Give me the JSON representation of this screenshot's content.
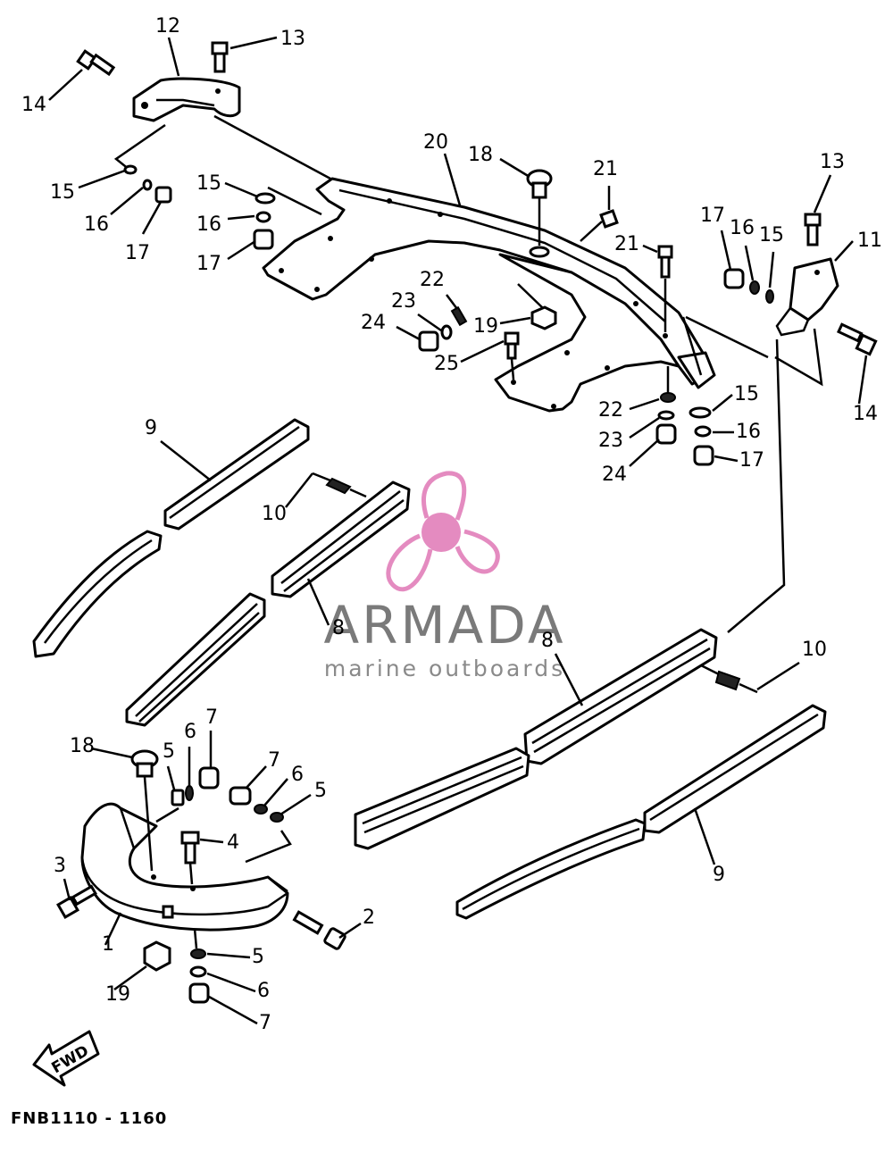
{
  "diagram": {
    "document_code": "FNB1110 - 1160",
    "direction_marker": "FWD",
    "watermark": {
      "brand": "ARMADA",
      "tagline": "marine outboards",
      "logo_color": "#e48bc0",
      "text_color": "#7a7a7a"
    },
    "callouts": [
      "12",
      "13",
      "14",
      "15",
      "16",
      "17",
      "15",
      "16",
      "17",
      "20",
      "18",
      "21",
      "21",
      "13",
      "17",
      "16",
      "15",
      "11",
      "14",
      "22",
      "23",
      "24",
      "19",
      "25",
      "22",
      "23",
      "24",
      "15",
      "16",
      "17",
      "9",
      "10",
      "8",
      "8",
      "10",
      "9",
      "18",
      "5",
      "6",
      "7",
      "7",
      "6",
      "5",
      "4",
      "3",
      "2",
      "1",
      "5",
      "6",
      "19",
      "7"
    ]
  }
}
